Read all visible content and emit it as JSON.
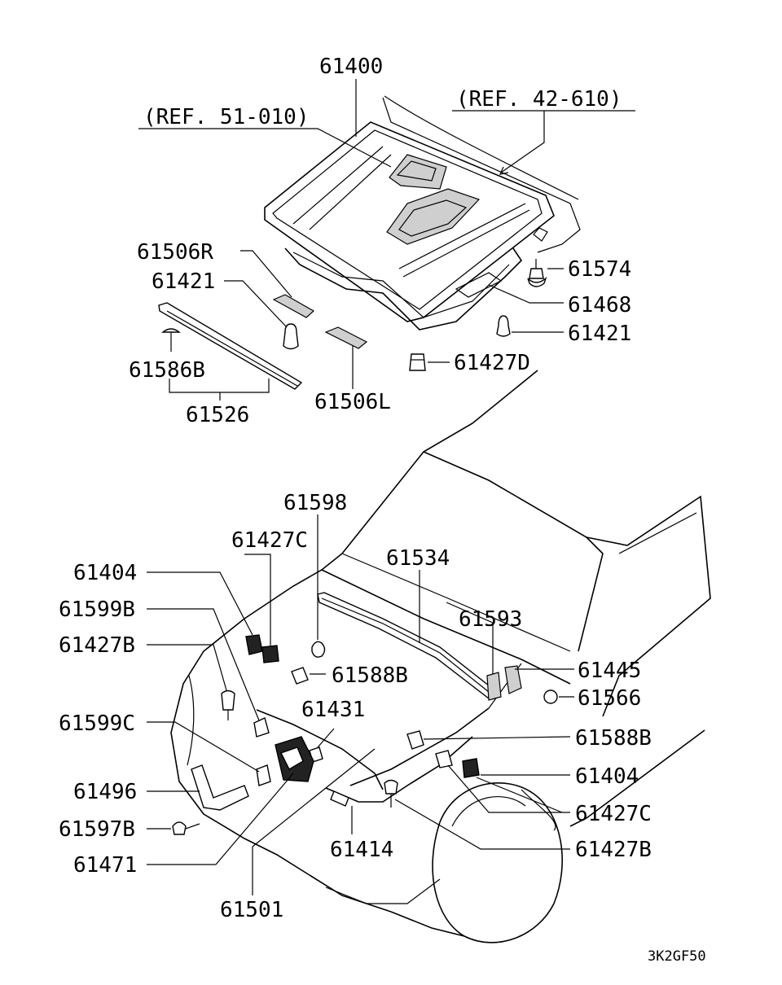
{
  "diagram_code": "3K2GF50",
  "references": {
    "ref1": "(REF. 51-010)",
    "ref2": "(REF. 42-610)"
  },
  "labels": {
    "p61400": "61400",
    "p61506R": "61506R",
    "p61421_left": "61421",
    "p61574": "61574",
    "p61468": "61468",
    "p61421_right": "61421",
    "p61586B": "61586B",
    "p61427D": "61427D",
    "p61506L": "61506L",
    "p61526": "61526",
    "p61598": "61598",
    "p61427C_top": "61427C",
    "p61534": "61534",
    "p61404_left": "61404",
    "p61599B": "61599B",
    "p61593": "61593",
    "p61427B_left": "61427B",
    "p61588B_top": "61588B",
    "p61445": "61445",
    "p61431": "61431",
    "p61566": "61566",
    "p61599C": "61599C",
    "p61588B_right": "61588B",
    "p61496": "61496",
    "p61404_right": "61404",
    "p61427C_right": "61427C",
    "p61597B": "61597B",
    "p61414": "61414",
    "p61427B_right": "61427B",
    "p61471": "61471",
    "p61501": "61501"
  }
}
